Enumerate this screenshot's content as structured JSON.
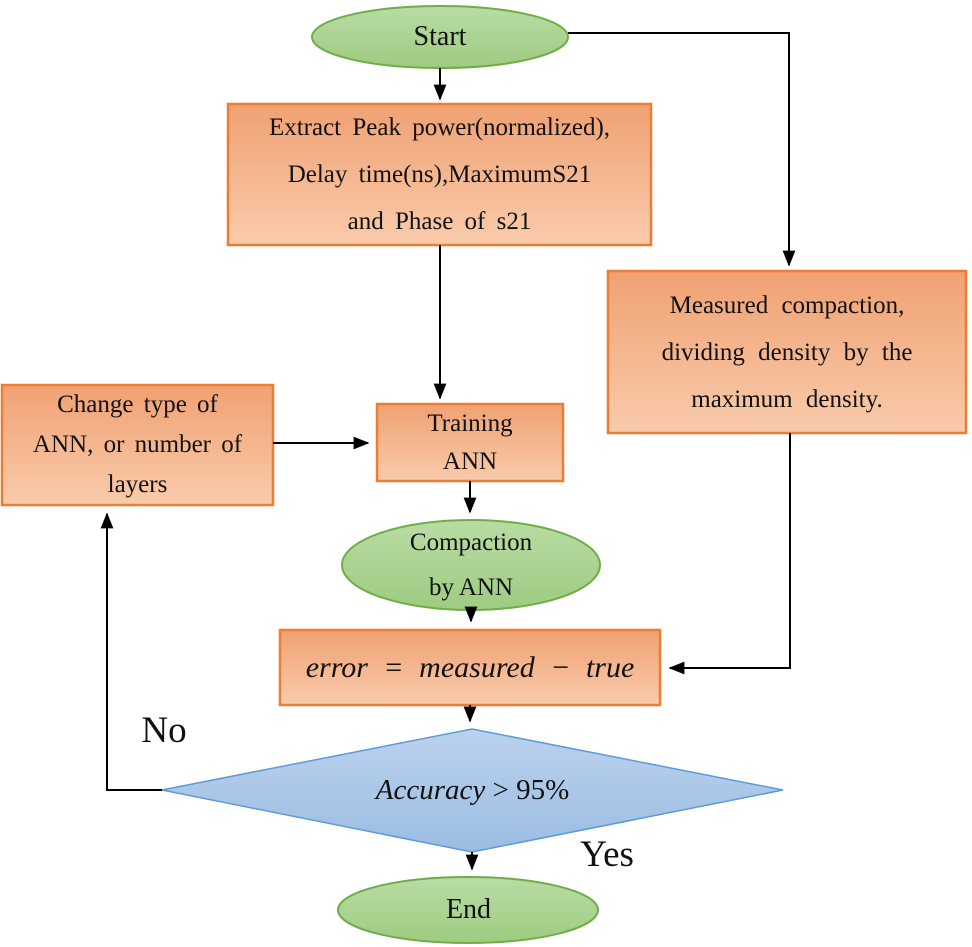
{
  "figure": {
    "kind": "flowchart",
    "nodes": {
      "start": {
        "label": "Start"
      },
      "extract": {
        "label": "Extract Peak power(normalized),\nDelay time(ns),MaximumS21\nand Phase of s21"
      },
      "measured": {
        "label": "Measured compaction,\ndividing density by the\nmaximum density."
      },
      "change": {
        "label": "Change type of\nANN, or number of\nlayers"
      },
      "training": {
        "label": "Training\nANN"
      },
      "compaction": {
        "label": "Compaction\nby ANN"
      },
      "error": {
        "label": "error = measured − true"
      },
      "decision": {
        "label_italic": "Accuracy",
        "label_rest": " > 95%"
      },
      "end": {
        "label": "End"
      }
    },
    "edge_labels": {
      "no": "No",
      "yes": "Yes"
    },
    "edges": [
      {
        "from": "start",
        "to": "extract"
      },
      {
        "from": "start",
        "to": "measured"
      },
      {
        "from": "extract",
        "to": "training"
      },
      {
        "from": "change",
        "to": "training"
      },
      {
        "from": "training",
        "to": "compaction"
      },
      {
        "from": "compaction",
        "to": "error"
      },
      {
        "from": "measured",
        "to": "error"
      },
      {
        "from": "error",
        "to": "decision"
      },
      {
        "from": "decision",
        "to": "change",
        "label": "No"
      },
      {
        "from": "decision",
        "to": "end",
        "label": "Yes"
      }
    ],
    "colors": {
      "terminator_fill_top": "#b9dca4",
      "terminator_fill_bottom": "#9ecb81",
      "terminator_border": "#70ad47",
      "process_fill_top": "#f0a173",
      "process_fill_bottom": "#f9cbab",
      "process_border": "#ed7d31",
      "decision_fill_top": "#bcd2ee",
      "decision_fill_bottom": "#9bbde2",
      "decision_border": "#5b9bd5",
      "arrow": "#000000",
      "text": "#111111"
    }
  }
}
